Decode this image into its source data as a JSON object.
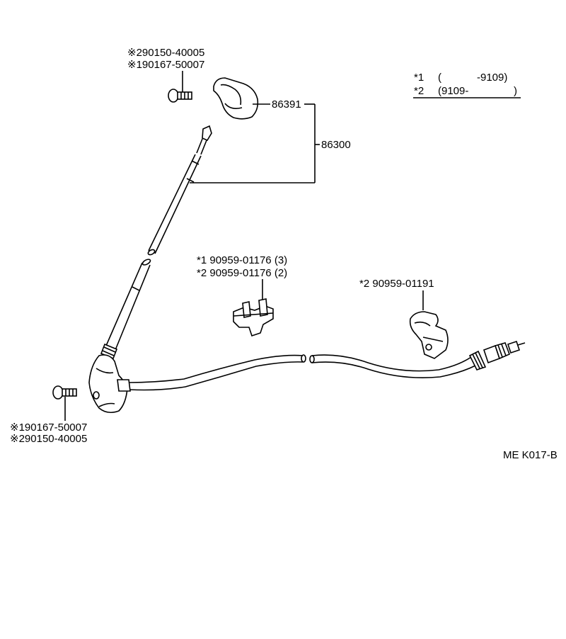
{
  "legend": {
    "row1": {
      "mark": "*1",
      "open": "(",
      "range": "-9109)"
    },
    "row2": {
      "mark": "*2",
      "open": "(9109-",
      "close": ")"
    }
  },
  "top_screw": {
    "line1": "※290150-40005",
    "line2": "※190167-50007"
  },
  "bottom_screw": {
    "line1": "※190167-50007",
    "line2": "※290150-40005"
  },
  "part_86391": "86391",
  "part_86300": "86300",
  "clamp_a": {
    "line1": "*1  90959-01176 (3)",
    "line2": "*2  90959-01176 (2)"
  },
  "clamp_b": "*2  90959-01191",
  "figure_code": "ME K017-B"
}
